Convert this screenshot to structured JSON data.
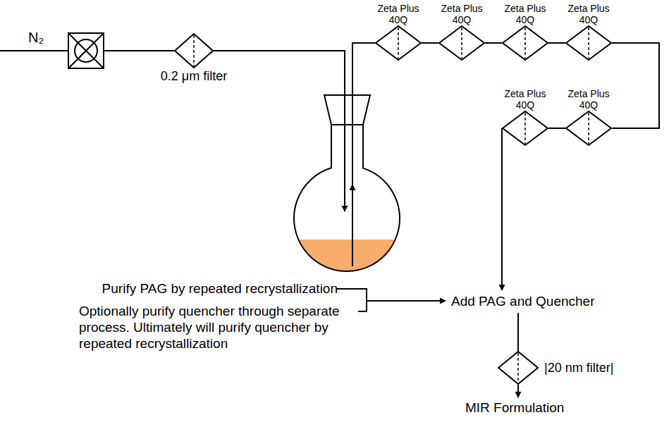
{
  "diagram": {
    "nodes": [
      {
        "text": [
          "0.2 μm filter"
        ]
      },
      {
        "text": [
          "Zeta Plus 40Q"
        ]
      },
      {
        "text": [
          "Zeta Plus 40Q"
        ]
      },
      {
        "text": [
          "Zeta Plus 40Q"
        ]
      },
      {
        "text": [
          "Zeta Plus 40Q"
        ]
      },
      {
        "text": [
          "Zeta Plus 40Q"
        ]
      },
      {
        "text": [
          "Zeta Plus 40Q"
        ]
      },
      {
        "text": [
          "|20 nm filter|"
        ]
      }
    ],
    "edges": [
      {
        "from": 1,
        "to": 2,
        "arrow": "none"
      },
      {
        "from": 2,
        "to": 3,
        "arrow": "none"
      },
      {
        "from": 3,
        "to": 4,
        "arrow": "none"
      },
      {
        "from": 4,
        "to": 5,
        "arrow": "none"
      },
      {
        "from": 5,
        "to": 6,
        "arrow": "none"
      }
    ],
    "labels": [
      "N₂",
      "Purify PAG by repeated recrystallization",
      "Optionally purify quencher through separate process. Ultimately will purify quencher by repeated recrystallization",
      "Add PAG and Quencher",
      "MIR Formulation"
    ]
  }
}
